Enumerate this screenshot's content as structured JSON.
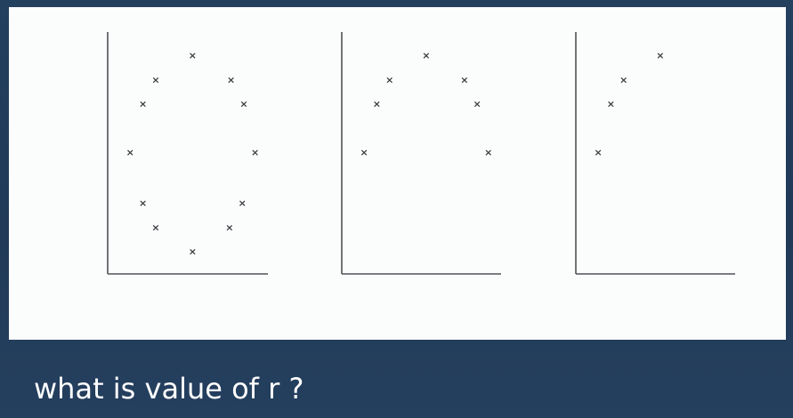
{
  "slide": {
    "caption": "what is value of r ?"
  },
  "chart_data": [
    {
      "type": "scatter",
      "title": "",
      "xlabel": "",
      "ylabel": "",
      "marker": "x",
      "grid": false,
      "xlim": [
        0,
        10
      ],
      "ylim": [
        0,
        10
      ],
      "x": [
        5.3,
        3.0,
        7.7,
        2.2,
        8.5,
        1.4,
        9.2,
        2.2,
        8.4,
        3.0,
        7.6,
        5.3
      ],
      "y": [
        9.0,
        8.0,
        8.0,
        7.0,
        7.0,
        5.0,
        5.0,
        2.9,
        2.9,
        1.9,
        1.9,
        0.9
      ]
    },
    {
      "type": "scatter",
      "title": "",
      "xlabel": "",
      "ylabel": "",
      "marker": "x",
      "grid": false,
      "xlim": [
        0,
        10
      ],
      "ylim": [
        0,
        10
      ],
      "x": [
        5.3,
        3.0,
        7.7,
        2.2,
        8.5,
        1.4,
        9.2
      ],
      "y": [
        9.0,
        8.0,
        8.0,
        7.0,
        7.0,
        5.0,
        5.0
      ]
    },
    {
      "type": "scatter",
      "title": "",
      "xlabel": "",
      "ylabel": "",
      "marker": "x",
      "grid": false,
      "xlim": [
        0,
        10
      ],
      "ylim": [
        0,
        10
      ],
      "x": [
        1.4,
        2.2,
        3.0,
        5.3
      ],
      "y": [
        5.0,
        7.0,
        8.0,
        9.0
      ]
    }
  ]
}
